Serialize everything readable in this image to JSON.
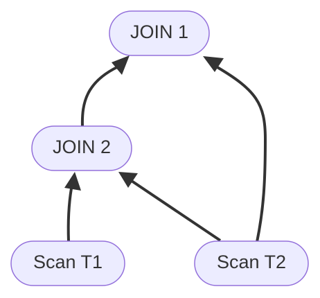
{
  "nodes": {
    "join1": {
      "label": "JOIN 1"
    },
    "join2": {
      "label": "JOIN 2"
    },
    "scan_t1": {
      "label": "Scan T1"
    },
    "scan_t2": {
      "label": "Scan T2"
    }
  },
  "edges": [
    {
      "from": "join2",
      "to": "join1"
    },
    {
      "from": "scan_t2",
      "to": "join1"
    },
    {
      "from": "scan_t1",
      "to": "join2"
    },
    {
      "from": "scan_t2",
      "to": "join2"
    }
  ],
  "colors": {
    "node_fill": "#ECECFF",
    "node_border": "#9370DB",
    "edge": "#333333",
    "text": "#333333"
  }
}
